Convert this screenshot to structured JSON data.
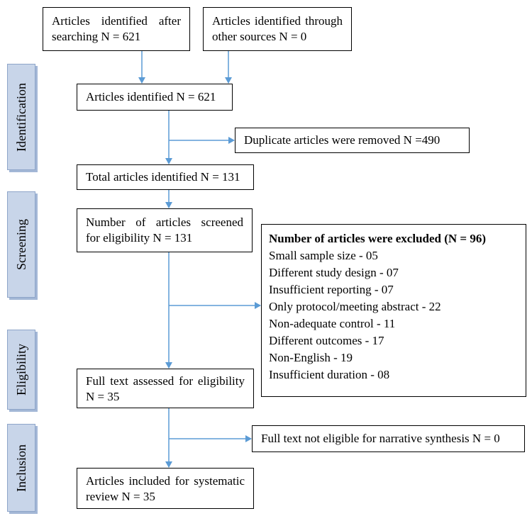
{
  "colors": {
    "arrow": "#5b9bd5",
    "label_fill": "#c8d5e9",
    "label_edge": "#8ea5c9"
  },
  "side_labels": {
    "identification": "Identification",
    "screening": "Screening",
    "eligibility": "Eligibility",
    "inclusion": "Inclusion"
  },
  "boxes": {
    "search": {
      "line1": "Articles identified after",
      "line2": "searching N = 621"
    },
    "other_sources": {
      "line1": "Articles identified through",
      "line2": "other sources N = 0"
    },
    "identified": "Articles identified N = 621",
    "duplicates": "Duplicate articles were removed N =490",
    "total": "Total articles identified N = 131",
    "screened": {
      "line1": "Number of articles screened",
      "line2": "for eligibility N = 131"
    },
    "excluded": {
      "title": "Number of articles were excluded (N = 96)",
      "reasons": [
        "Small sample size - 05",
        "Different study design - 07",
        "Insufficient reporting - 07",
        "Only protocol/meeting abstract - 22",
        "Non-adequate control - 11",
        "Different outcomes - 17",
        "Non-English - 19",
        "Insufficient duration - 08"
      ]
    },
    "fulltext": {
      "line1": "Full text assessed for eligibility",
      "line2": "N = 35"
    },
    "not_eligible": "Full text not eligible for narrative synthesis N = 0",
    "included": {
      "line1": "Articles included for systematic",
      "line2": "review N = 35"
    }
  }
}
